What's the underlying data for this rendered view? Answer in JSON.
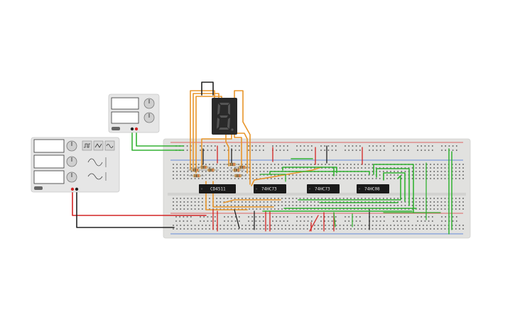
{
  "colors": {
    "breadboard": "#e1e1df",
    "hole": "#5a5a5a",
    "rail_red": "#d83b3b",
    "rail_blue": "#3b6fd8",
    "wire_orange": "#e8952a",
    "wire_green": "#33b233",
    "wire_red": "#d42323",
    "wire_black": "#222222",
    "chip": "#1a1a1a",
    "instrument_body": "#e6e6e6",
    "display_face": "#2a2a2a",
    "segment_on": "#555555"
  },
  "seven_segment": {
    "digit": "8."
  },
  "chips": [
    {
      "label": "CD4511"
    },
    {
      "label": "74HC73"
    },
    {
      "label": "74HC73"
    },
    {
      "label": "74HC08"
    }
  ],
  "power_supply": {
    "mode_icons": [
      "square-wave-icon",
      "triangle-wave-icon",
      "sine-wave-icon"
    ]
  },
  "dc_supply": {}
}
